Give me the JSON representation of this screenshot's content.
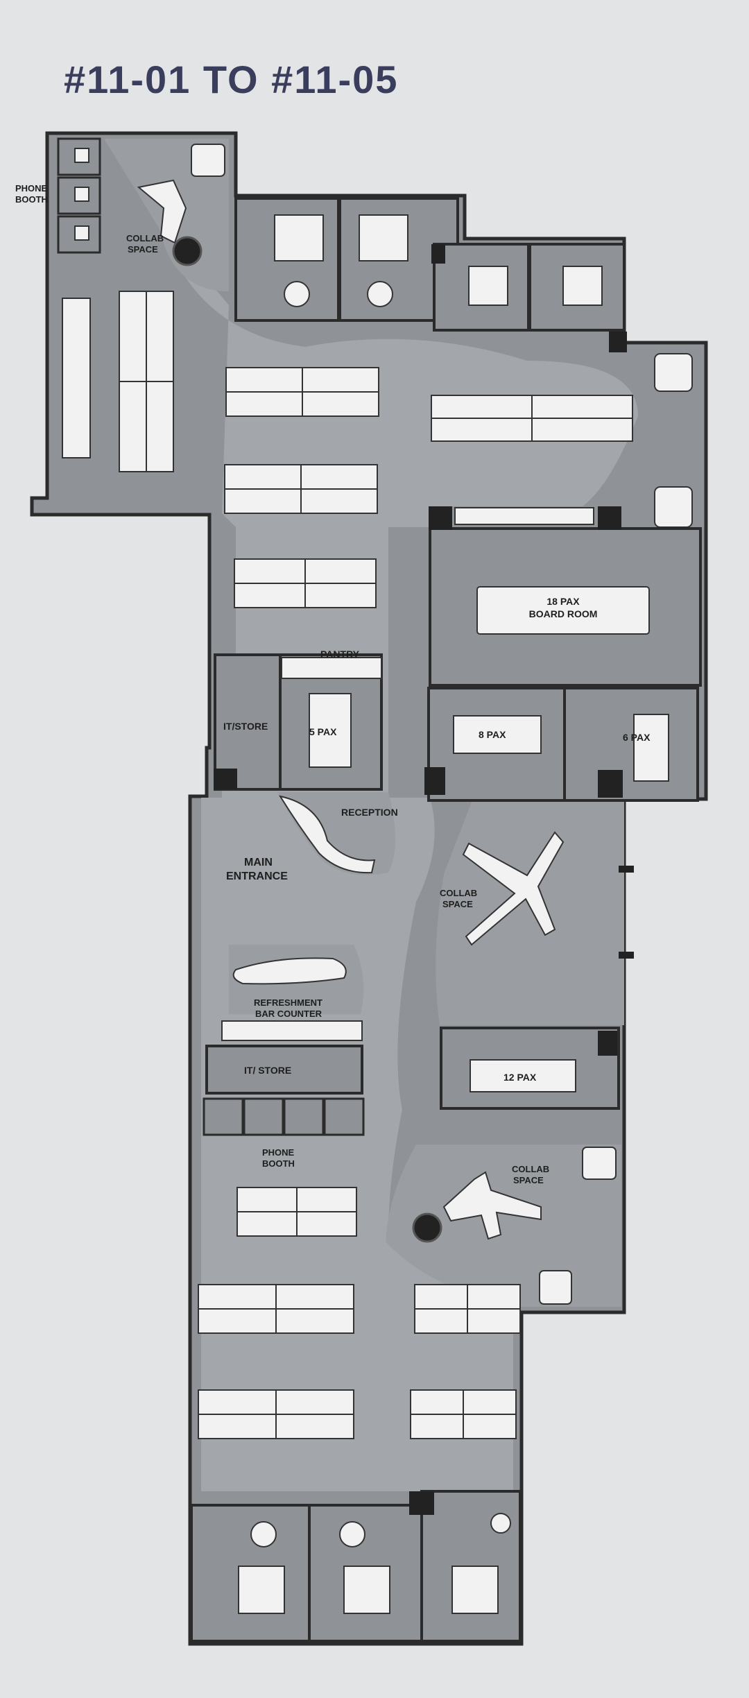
{
  "title": "#11-01 TO #11-05",
  "labels": {
    "phone_booth_top": [
      "PHONE",
      "BOOTH"
    ],
    "collab_top": [
      "COLLAB",
      "SPACE"
    ],
    "pantry": "PANTRY",
    "it_store_1": "IT/STORE",
    "pax_5": "5 PAX",
    "boardroom": [
      "18 PAX",
      "BOARD ROOM"
    ],
    "pax_8": "8 PAX",
    "pax_6": "6 PAX",
    "reception": "RECEPTION",
    "main_entrance": [
      "MAIN",
      "ENTRANCE"
    ],
    "collab_mid": [
      "COLLAB",
      "SPACE"
    ],
    "refreshment": [
      "REFRESHMENT",
      "BAR COUNTER"
    ],
    "it_store_2": "IT/ STORE",
    "pax_12": "12 PAX",
    "phone_booth_bottom": [
      "PHONE",
      "BOOTH"
    ],
    "collab_bottom": [
      "COLLAB",
      "SPACE"
    ]
  },
  "colors": {
    "background": "#e3e4e6",
    "wall": "#2b2b2b",
    "room_fill": "#8f9296",
    "corridor_fill": "#a3a6aa",
    "collab_fill": "#9a9da1",
    "desk_fill": "#f2f2f2",
    "title_color": "#3a3d5c"
  }
}
